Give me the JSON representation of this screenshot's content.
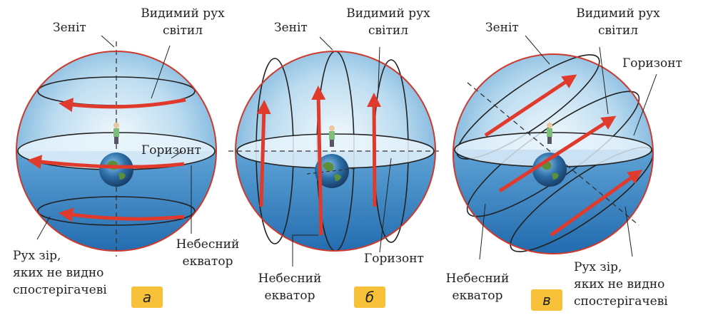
{
  "colors": {
    "tag_background": "#f7c23a",
    "arrow": "#e03a2c",
    "sphere_outline": "#cc3a2e",
    "sky_light": "#e8f4fb",
    "sky_dark": "#2f7fbf"
  },
  "panel_a": {
    "zenith": "Зеніт",
    "visible_motion_line1": "Видимий рух",
    "visible_motion_line2": "світил",
    "horizon": "Горизонт",
    "celestial_equator_line1": "Небесний",
    "celestial_equator_line2": "екватор",
    "stars_motion_line1": "Рух зір,",
    "stars_motion_line2": "яких не видно",
    "stars_motion_line3": "спостерігачеві",
    "tag": "а"
  },
  "panel_b": {
    "zenith": "Зеніт",
    "visible_motion_line1": "Видимий рух",
    "visible_motion_line2": "світил",
    "horizon": "Горизонт",
    "celestial_equator_line1": "Небесний",
    "celestial_equator_line2": "екватор",
    "tag": "б"
  },
  "panel_c": {
    "zenith": "Зеніт",
    "visible_motion_line1": "Видимий рух",
    "visible_motion_line2": "світил",
    "horizon": "Горизонт",
    "celestial_equator_line1": "Небесний",
    "celestial_equator_line2": "екватор",
    "stars_motion_line1": "Рух зір,",
    "stars_motion_line2": "яких не видно",
    "stars_motion_line3": "спостерігачеві",
    "tag": "в"
  }
}
